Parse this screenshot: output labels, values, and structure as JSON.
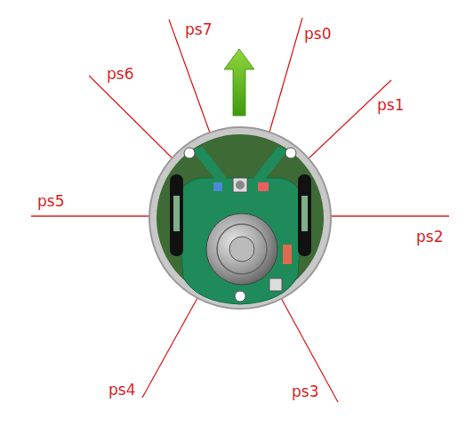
{
  "diagram": {
    "labels": [
      "ps7",
      "ps0",
      "ps6",
      "ps1",
      "ps5",
      "ps2",
      "ps4",
      "ps3"
    ]
  }
}
